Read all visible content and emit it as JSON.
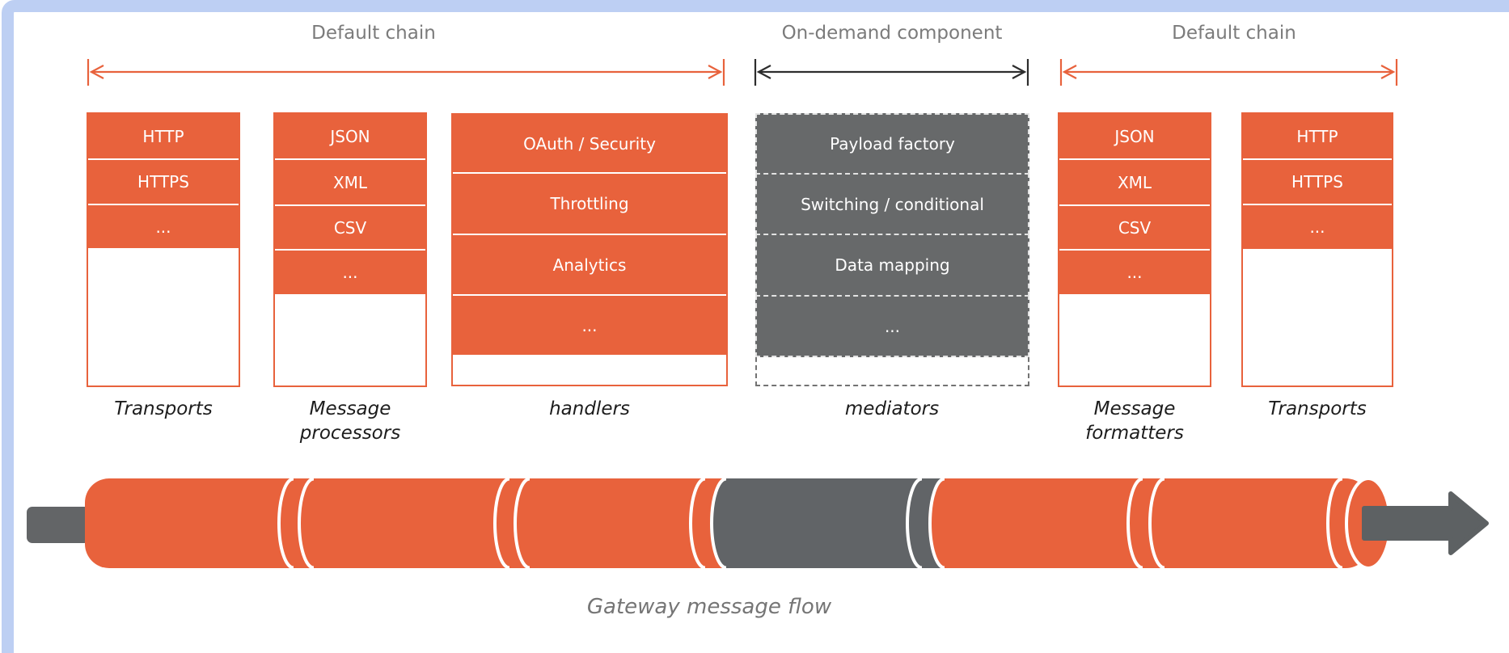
{
  "diagram": {
    "annotations": [
      {
        "label": "Default chain"
      },
      {
        "label": "On-demand component"
      },
      {
        "label": "Default chain"
      }
    ],
    "stacks": [
      {
        "label": [
          "Transports"
        ],
        "rows": [
          "HTTP",
          "HTTPS",
          "..."
        ]
      },
      {
        "label": [
          "Message",
          "processors"
        ],
        "rows": [
          "JSON",
          "XML",
          "CSV",
          "..."
        ]
      },
      {
        "label": [
          "handlers"
        ],
        "rows": [
          "OAuth / Security",
          "Throttling",
          "Analytics",
          "..."
        ]
      },
      {
        "label": [
          "mediators"
        ],
        "rows": [
          "Payload factory",
          "Switching / conditional",
          "Data mapping",
          "..."
        ]
      },
      {
        "label": [
          "Message",
          "formatters"
        ],
        "rows": [
          "JSON",
          "XML",
          "CSV",
          "..."
        ]
      },
      {
        "label": [
          "Transports"
        ],
        "rows": [
          "HTTP",
          "HTTPS",
          "..."
        ]
      }
    ],
    "pipeline": {
      "label": "Gateway message flow"
    },
    "colors": {
      "orange": "#e8623c",
      "component_gray": "#67696a",
      "pipeline_gray": "#616467",
      "flow_arrow_gray": "#5d6163",
      "frame_blue": "#bdcff3",
      "annotation_text": "#7b7b7b",
      "column_label_text": "#1d1d1d",
      "black_arrow": "#2d2d2d"
    }
  }
}
